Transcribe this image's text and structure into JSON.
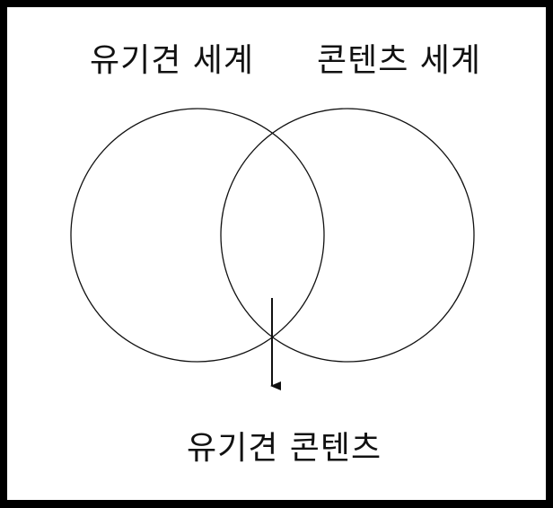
{
  "labels": {
    "left_circle": "유기견 세계",
    "right_circle": "콘텐츠 세계",
    "intersection": "유기견 콘텐츠"
  },
  "colors": {
    "background": "#ffffff",
    "border": "#000000",
    "stroke": "#111111"
  }
}
